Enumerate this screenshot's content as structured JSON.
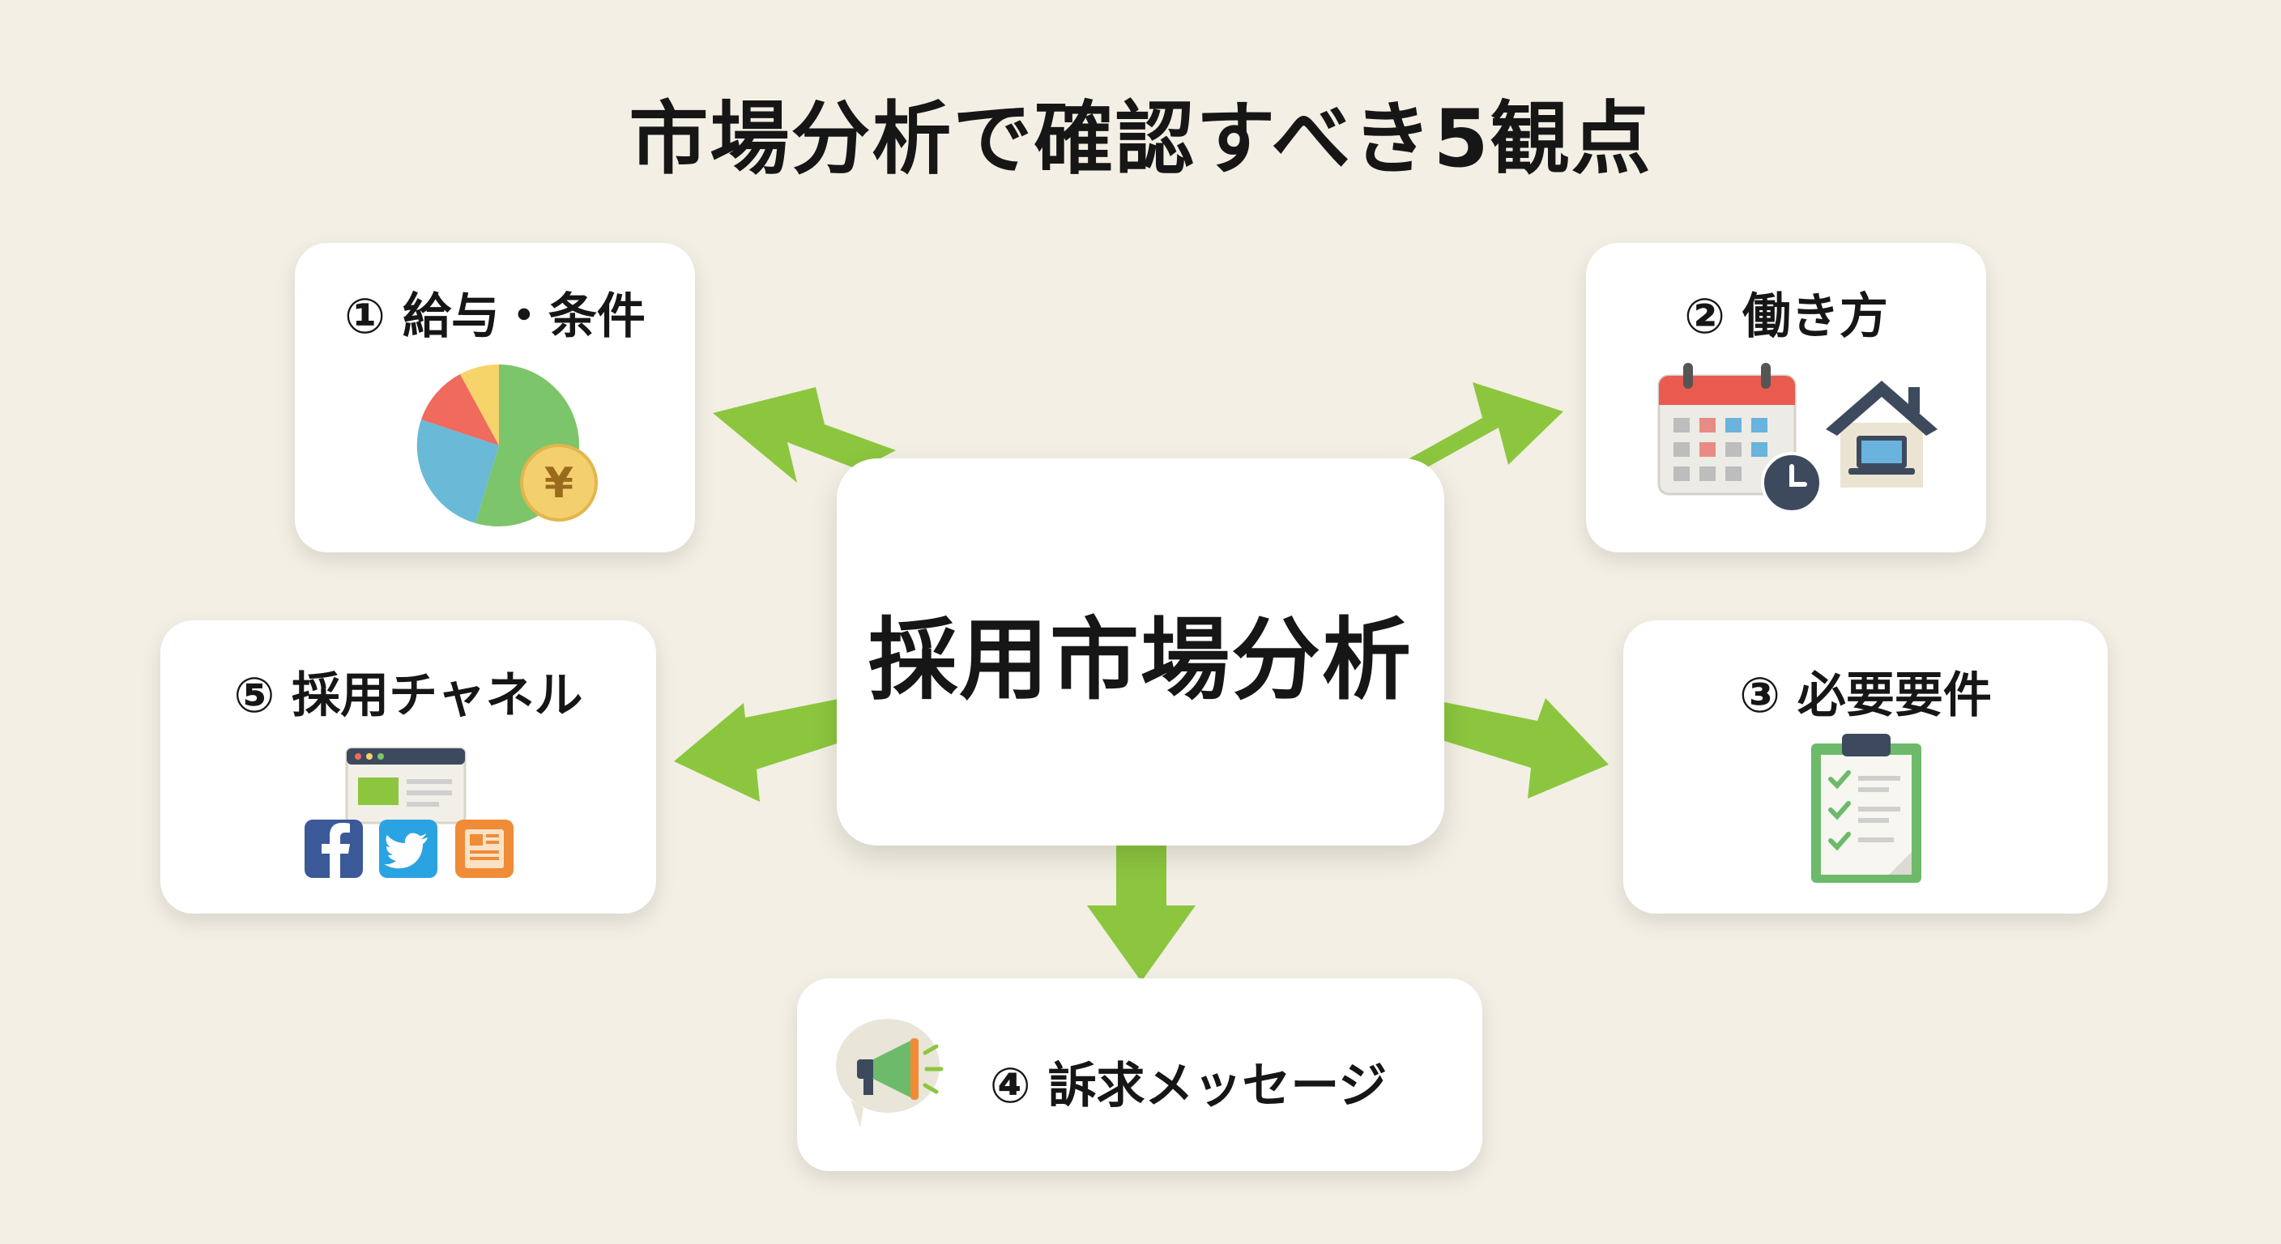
{
  "title": "市場分析で確認すべき5観点",
  "center": {
    "label": "採用市場分析"
  },
  "points": [
    {
      "number": "①",
      "label": "給与・条件"
    },
    {
      "number": "②",
      "label": "働き方"
    },
    {
      "number": "③",
      "label": "必要要件"
    },
    {
      "number": "④",
      "label": "訴求メッセージ"
    },
    {
      "number": "⑤",
      "label": "採用チャネル"
    }
  ],
  "icons": {
    "salary": [
      "pie-chart-icon",
      "yen-coin-icon"
    ],
    "workstyle": [
      "calendar-icon",
      "clock-icon",
      "house-laptop-icon"
    ],
    "requirements": [
      "clipboard-checklist-icon"
    ],
    "message": [
      "megaphone-icon"
    ],
    "channel": [
      "browser-window-icon",
      "facebook-icon",
      "twitter-icon",
      "news-icon"
    ]
  },
  "colors": {
    "background": "#f3efe4",
    "arrow": "#8cc63f",
    "card": "#ffffff",
    "text": "#161616"
  },
  "coin_symbol": "¥"
}
